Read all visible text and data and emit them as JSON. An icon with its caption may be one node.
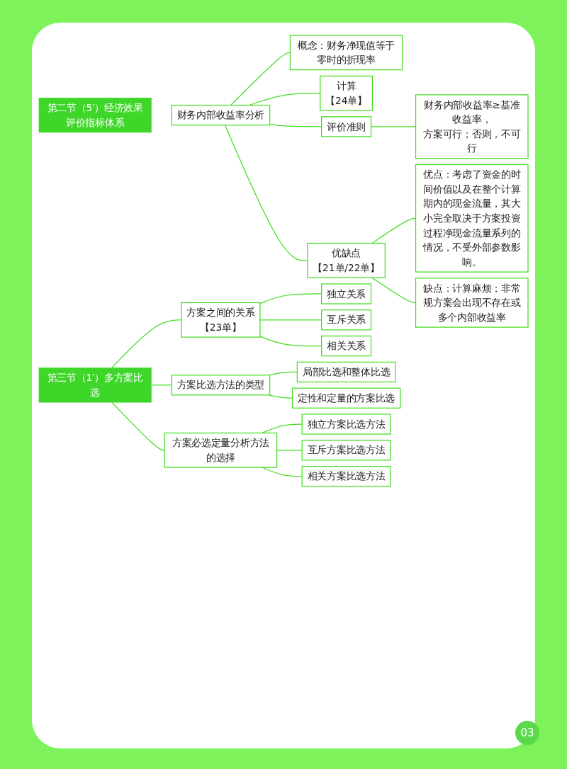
{
  "diagram": {
    "nodes": [
      {
        "text": [
          "第二节（5′）经济效果评价指标体系"
        ]
      },
      {
        "text": [
          "财务内部收益率分析"
        ]
      },
      {
        "text": [
          "概念：财务净现值等于零时的折现率"
        ]
      },
      {
        "text": [
          "计算",
          "【24单】"
        ]
      },
      {
        "text": [
          "评价准则"
        ]
      },
      {
        "text": [
          "财务内部收益率≥基准收益率，",
          "方案可行；否则，不可行"
        ]
      },
      {
        "text": [
          "优缺点",
          "【21单/22单】"
        ]
      },
      {
        "text": [
          "优点：考虑了资金的时间价值以及在整个计算期内的现金流量，其大小完全取决于方案投资过程净现金流量系列的情况，不受外部参数影响。"
        ]
      },
      {
        "text": [
          "缺点：计算麻烦；非常规方案会出现不存在或多个内部收益率"
        ]
      },
      {
        "text": [
          "第三节（1′）多方案比选"
        ]
      },
      {
        "text": [
          "方案之间的关系",
          "【23单】"
        ]
      },
      {
        "text": [
          "独立关系"
        ]
      },
      {
        "text": [
          "互斥关系"
        ]
      },
      {
        "text": [
          "相关关系"
        ]
      },
      {
        "text": [
          "方案比选方法的类型"
        ]
      },
      {
        "text": [
          "局部比选和整体比选"
        ]
      },
      {
        "text": [
          "定性和定量的方案比选"
        ]
      },
      {
        "text": [
          "方案必选定量分析方法的选择"
        ]
      },
      {
        "text": [
          "独立方案比选方法"
        ]
      },
      {
        "text": [
          "互斥方案比选方法"
        ]
      },
      {
        "text": [
          "相关方案比选方法"
        ]
      }
    ],
    "edges": [
      {
        "from": 1,
        "to": 2,
        "arrow": "none"
      },
      {
        "from": 1,
        "to": 3,
        "arrow": "none"
      },
      {
        "from": 1,
        "to": 4,
        "arrow": "none"
      },
      {
        "from": 1,
        "to": 6,
        "arrow": "none"
      },
      {
        "from": 4,
        "to": 5,
        "arrow": "none"
      },
      {
        "from": 6,
        "to": 7,
        "arrow": "none"
      },
      {
        "from": 6,
        "to": 8,
        "arrow": "none"
      },
      {
        "from": 9,
        "to": 10,
        "arrow": "none"
      },
      {
        "from": 9,
        "to": 14,
        "arrow": "none"
      },
      {
        "from": 9,
        "to": 17,
        "arrow": "none"
      },
      {
        "from": 10,
        "to": 11,
        "arrow": "none"
      },
      {
        "from": 10,
        "to": 12,
        "arrow": "none"
      },
      {
        "from": 10,
        "to": 13,
        "arrow": "none"
      },
      {
        "from": 14,
        "to": 15,
        "arrow": "none"
      },
      {
        "from": 14,
        "to": 16,
        "arrow": "none"
      },
      {
        "from": 17,
        "to": 18,
        "arrow": "none"
      },
      {
        "from": 17,
        "to": 19,
        "arrow": "none"
      },
      {
        "from": 17,
        "to": 20,
        "arrow": "none"
      }
    ],
    "labels": [
      "03"
    ]
  }
}
